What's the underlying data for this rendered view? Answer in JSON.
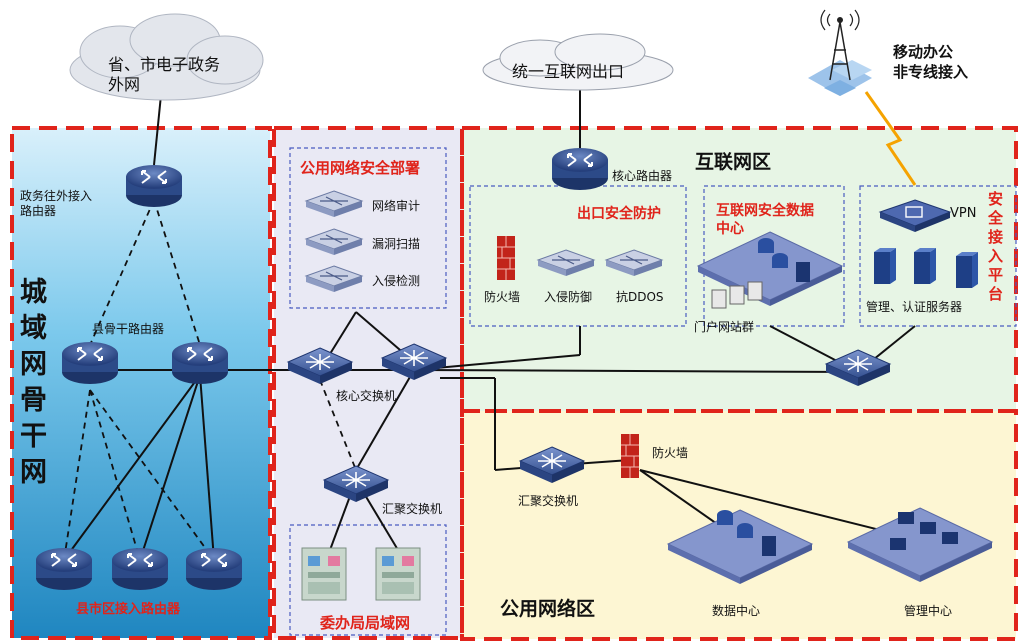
{
  "clouds": {
    "gov_external": "省、市电子政务\n外网",
    "unified_exit": "统一互联网出口"
  },
  "mobile": {
    "label_line1": "移动办公",
    "label_line2": "非专线接入"
  },
  "zones": {
    "city_backbone": "城域网骨干网",
    "public_security": "公用网络安全部署",
    "internet": "互联网区",
    "public_network": "公用网络区"
  },
  "devices": {
    "gov_access_router": "政务往外接入\n路由器",
    "backbone_router": "县骨干路由器",
    "county_access_router": "县市区接入路由器",
    "core_router": "核心路由器",
    "core_switch": "核心交换机",
    "aggregation_switch_left": "汇聚交换机",
    "aggregation_switch_right": "汇聚交换机",
    "firewall_public": "防火墙",
    "bureau_lan": "委办局局域网"
  },
  "security_items": [
    "网络审计",
    "漏洞扫描",
    "入侵检测"
  ],
  "internet_zone": {
    "exit_security": "出口安全防护",
    "exit_items": [
      "防火墙",
      "入侵防御",
      "抗DDOS"
    ],
    "datacenter_title": "互联网安全数据\n中心",
    "portal_cluster": "门户网站群",
    "vpn": "VPN",
    "secure_access": "安全接入平台",
    "servers": "管理、认证服务器"
  },
  "public_zone": {
    "data_center": "数据中心",
    "management_center": "管理中心"
  },
  "colors": {
    "zone_border": "#e0241b",
    "backbone_bg": "#4ab3e0",
    "internet_bg": "#e6f5e4",
    "public_bg": "#fdf6cf",
    "security_bg": "#e8e8f4"
  }
}
